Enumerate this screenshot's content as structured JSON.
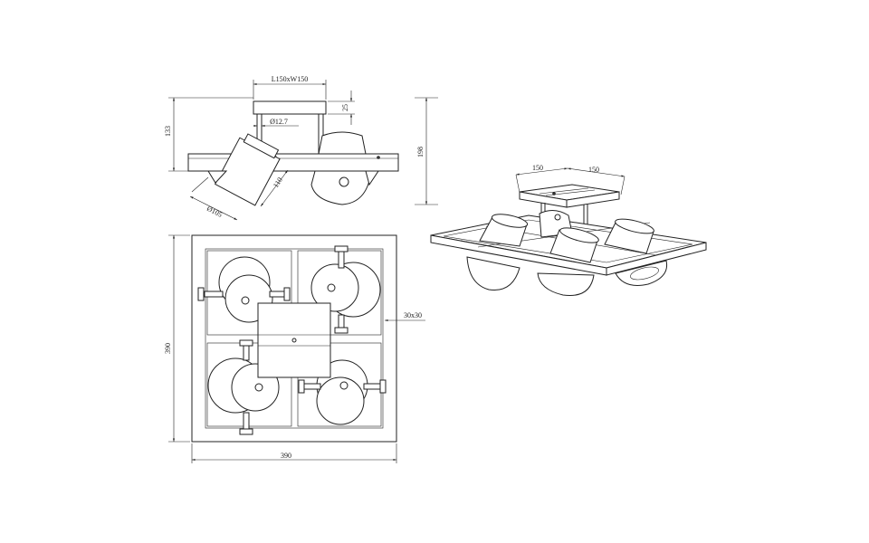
{
  "dimensions": {
    "canopy": "L150xW150",
    "canopy_height": "25",
    "rod_diameter": "Ø12.7",
    "shade_diameter": "Ø105",
    "shade_length": "110",
    "side_height": "133",
    "total_height": "198",
    "frame_width": "390",
    "frame_depth": "390",
    "bar_section": "30x30",
    "iso_left": "150",
    "iso_right": "150"
  }
}
